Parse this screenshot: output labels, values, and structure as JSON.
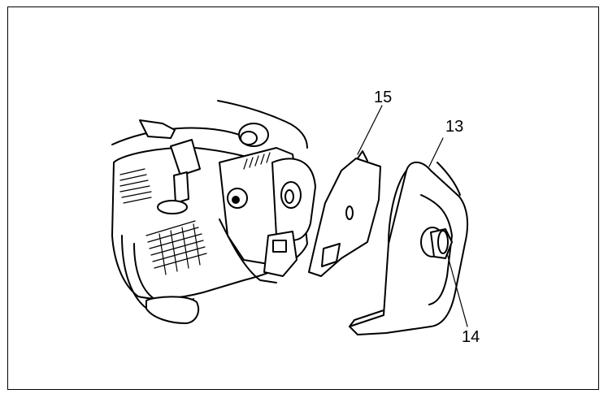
{
  "callouts": [
    {
      "id": "15",
      "label": "15",
      "part": "gasket-plate"
    },
    {
      "id": "13",
      "label": "13",
      "part": "side-cover"
    },
    {
      "id": "14",
      "label": "14",
      "part": "cover-knob"
    }
  ],
  "colors": {
    "ink": "#000000",
    "paper": "#ffffff"
  }
}
